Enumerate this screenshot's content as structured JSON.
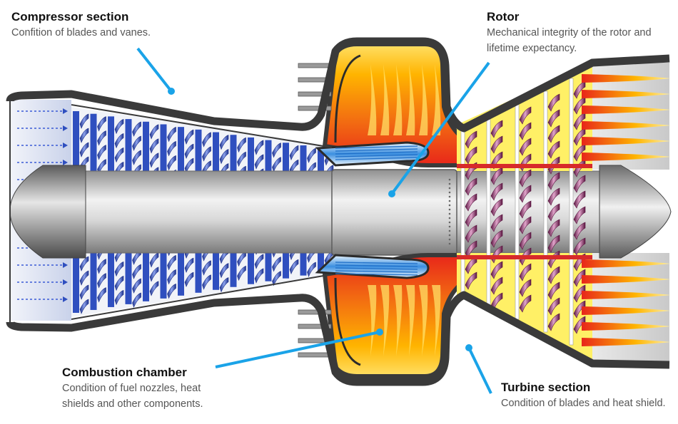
{
  "labels": {
    "compressor": {
      "title": "Compressor section",
      "desc": "Confition of blades and vanes."
    },
    "rotor": {
      "title": "Rotor",
      "desc": "Mechanical integrity of the rotor and lifetime expectancy."
    },
    "combustion": {
      "title": "Combustion chamber",
      "desc": "Condition of fuel nozzles, heat shields and other components."
    },
    "turbine": {
      "title": "Turbine section",
      "desc": "Condition of blades and heat shield."
    }
  },
  "colors": {
    "callout_line": "#1aa3e8",
    "casing": "#3a3a3a",
    "compressor_blade": "#2f4fbf",
    "turbine_blade": "#8b2a64",
    "flame_hot": "#e8261a",
    "flame_warm": "#ffcc00",
    "cooling_air": "#3b8fe0"
  },
  "icons": {
    "callout_dot": "callout-dot-icon",
    "airflow_arrow": "airflow-arrow-icon"
  }
}
